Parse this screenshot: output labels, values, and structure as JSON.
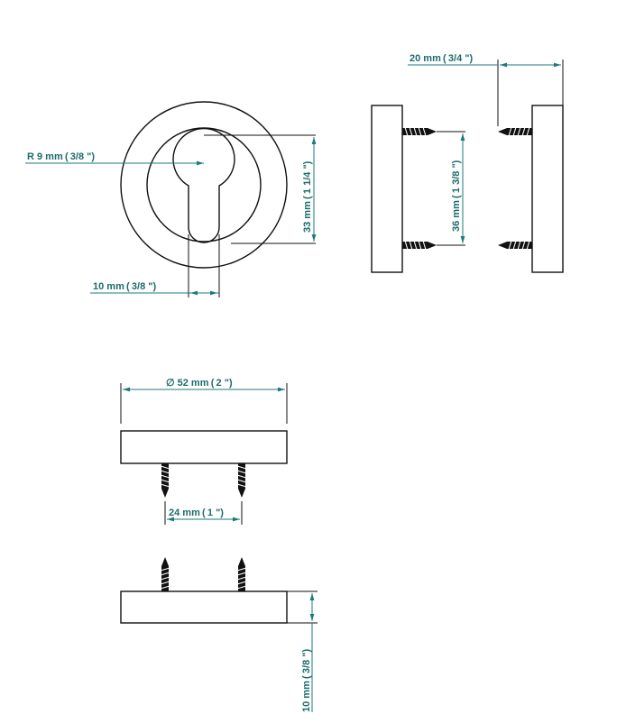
{
  "colors": {
    "dimension": "#1d7a7a",
    "outline": "#111111"
  },
  "labels": {
    "radius": "R 9 mm ( 3/8 \")",
    "height_total": "33 mm ( 1 1/4 \")",
    "keyhole_width": "10 mm ( 3/8 \")",
    "side_gap": "20 mm ( 3/4 \")",
    "screw_spacing_side": "36 mm ( 1 3/8 \")",
    "diameter": "∅  52 mm ( 2 \")",
    "screw_spacing_bottom": "24 mm ( 1 \")",
    "thickness": "10 mm ( 3/8 \")"
  }
}
